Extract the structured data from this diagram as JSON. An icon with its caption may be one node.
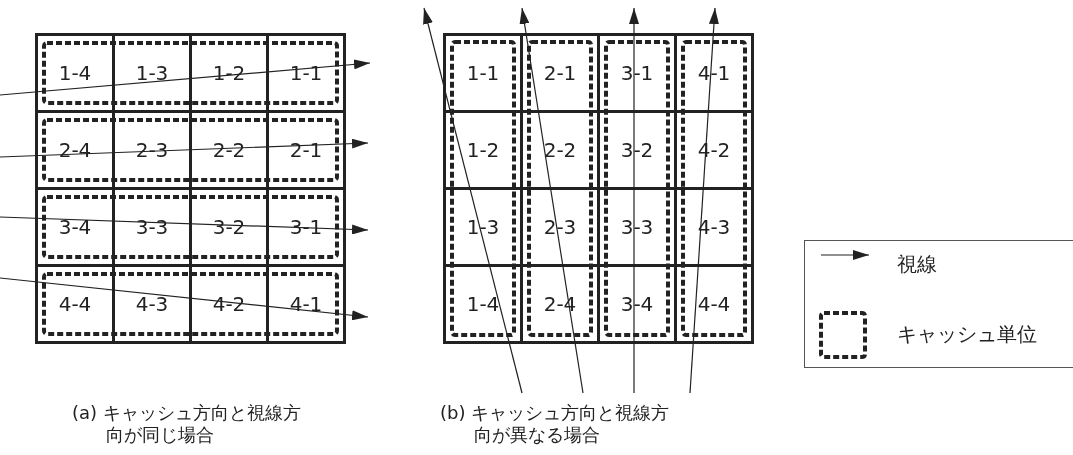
{
  "diagram": {
    "nodes": [
      {
        "text": [
          "1-4"
        ]
      },
      {
        "text": [
          "1-3"
        ]
      },
      {
        "text": [
          "1-2"
        ]
      },
      {
        "text": [
          "1-1"
        ]
      },
      {
        "text": [
          "2-4"
        ]
      },
      {
        "text": [
          "2-3"
        ]
      },
      {
        "text": [
          "2-2"
        ]
      },
      {
        "text": [
          "2-1"
        ]
      },
      {
        "text": [
          "3-4"
        ]
      },
      {
        "text": [
          "3-3"
        ]
      },
      {
        "text": [
          "3-2"
        ]
      },
      {
        "text": [
          "3-1"
        ]
      },
      {
        "text": [
          "4-4"
        ]
      },
      {
        "text": [
          "4-3"
        ]
      },
      {
        "text": [
          "4-2"
        ]
      },
      {
        "text": [
          "4-1"
        ]
      },
      {
        "text": [
          "1-1"
        ]
      },
      {
        "text": [
          "2-1"
        ]
      },
      {
        "text": [
          "3-1"
        ]
      },
      {
        "text": [
          "4-1"
        ]
      },
      {
        "text": [
          "1-2"
        ]
      },
      {
        "text": [
          "2-2"
        ]
      },
      {
        "text": [
          "3-2"
        ]
      },
      {
        "text": [
          "4-2"
        ]
      },
      {
        "text": [
          "1-3"
        ]
      },
      {
        "text": [
          "2-3"
        ]
      },
      {
        "text": [
          "3-3"
        ]
      },
      {
        "text": [
          "4-3"
        ]
      },
      {
        "text": [
          "1-4"
        ]
      },
      {
        "text": [
          "2-4"
        ]
      },
      {
        "text": [
          "3-4"
        ]
      },
      {
        "text": [
          "4-4"
        ]
      }
    ],
    "labels": [
      "(a) キャッシュ方向と視線方向が同じ場合",
      "(b) キャッシュ方向と視線方向が異なる場合"
    ],
    "legend": [
      {
        "text": "視線"
      },
      {
        "text": "キャッシュ単位"
      }
    ]
  }
}
